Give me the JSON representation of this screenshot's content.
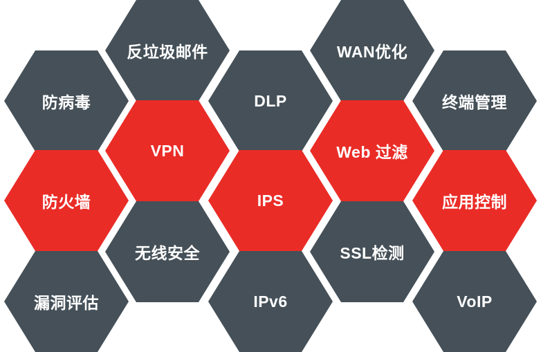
{
  "colors": {
    "gray": "#455058",
    "red": "#ea2c27",
    "text": "#ffffff",
    "background": "#ffffff"
  },
  "hexagons": [
    {
      "label": "反垃圾邮件",
      "color": "gray"
    },
    {
      "label": "WAN优化",
      "color": "gray"
    },
    {
      "label": "防病毒",
      "color": "gray"
    },
    {
      "label": "DLP",
      "color": "gray"
    },
    {
      "label": "终端管理",
      "color": "gray"
    },
    {
      "label": "VPN",
      "color": "red"
    },
    {
      "label": "Web 过滤",
      "color": "red"
    },
    {
      "label": "防火墙",
      "color": "red"
    },
    {
      "label": "IPS",
      "color": "red"
    },
    {
      "label": "应用控制",
      "color": "red"
    },
    {
      "label": "无线安全",
      "color": "gray"
    },
    {
      "label": "SSL检测",
      "color": "gray"
    },
    {
      "label": "漏洞评估",
      "color": "gray"
    },
    {
      "label": "IPv6",
      "color": "gray"
    },
    {
      "label": "VoIP",
      "color": "gray"
    }
  ]
}
